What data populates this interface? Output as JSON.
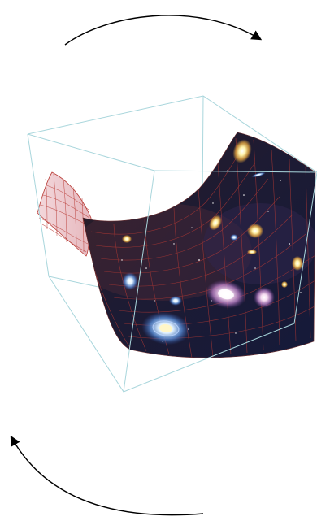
{
  "figure": {
    "kind": "3d-saddle-surface-with-galaxy-texture",
    "background": "#ffffff",
    "colors": {
      "arrow": "#000000",
      "bounding_box": "#a9d6dc",
      "mesh_line": "#b83a34",
      "surface_pink": "#f1d6da",
      "space": "#1a1830"
    },
    "icons": [
      "rotate-clockwise-arrow",
      "rotate-counterclockwise-arrow",
      "galaxy"
    ]
  }
}
